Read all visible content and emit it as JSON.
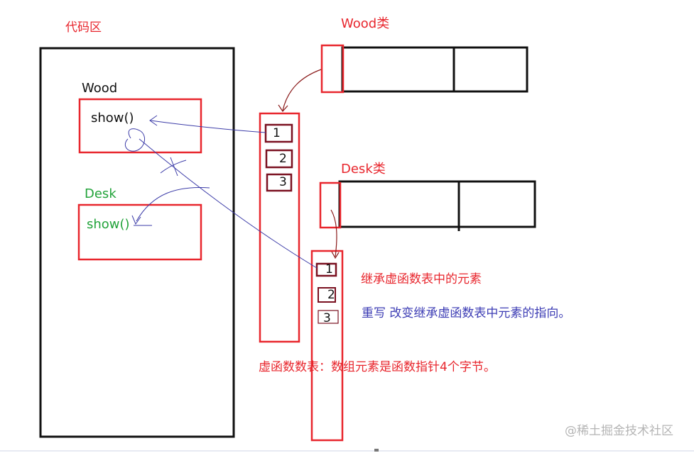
{
  "labels": {
    "code_area": "代码区",
    "wood_class": "Wood类",
    "desk_class": "Desk类",
    "wood_section": "Wood",
    "wood_show": "show()",
    "desk_section": "Desk",
    "desk_show": "show()",
    "vtable1_slots": [
      "1",
      "2",
      "3"
    ],
    "vtable2_slots": [
      "1",
      "2",
      "3"
    ],
    "note_inherit": "继承虚函数表中的元素",
    "note_override": "重写 改变继承虚函数表中元素的指向。",
    "note_vtable": "虚函数数表：数组元素是函数指针4个字节。",
    "watermark": "@稀土掘金技术社区"
  },
  "colors": {
    "red": "#e8262d",
    "dark_red": "#7a1020",
    "black": "#111111",
    "green": "#22a33a",
    "blue": "#3c3cb4",
    "gray": "#b5b5b5"
  }
}
